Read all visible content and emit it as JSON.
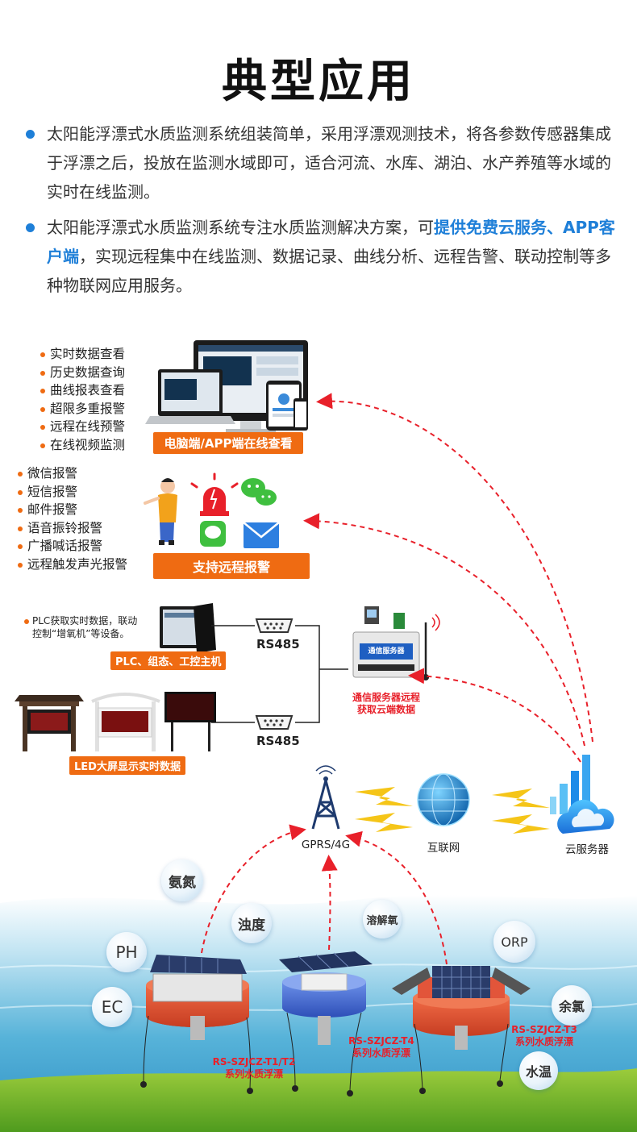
{
  "title": "典型应用",
  "intro": {
    "p1": "太阳能浮漂式水质监测系统组装简单，采用浮漂观测技术，将各参数传感器集成于浮漂之后，投放在监测水域即可，适合河流、水库、湖泊、水产养殖等水域的实时在线监测。",
    "p2_before": "太阳能浮漂式水质监测系统专注水质监测解决方案，可",
    "p2_highlight": "提供免费云服务、APP客户端",
    "p2_after": "，实现远程集中在线监测、数据记录、曲线分析、远程告警、联动控制等多种物联网应用服务。"
  },
  "monitor_features": [
    "实时数据查看",
    "历史数据查询",
    "曲线报表查看",
    "超限多重报警",
    "远程在线预警",
    "在线视频监测"
  ],
  "monitor_tag": "电脑端/APP端在线查看",
  "alarm_features": [
    "微信报警",
    "短信报警",
    "邮件报警",
    "语音振铃报警",
    "广播喊话报警",
    "远程触发声光报警"
  ],
  "alarm_tag": "支持远程报警",
  "plc_note_line1": "PLC获取实时数据，联动",
  "plc_note_line2": "控制“增氧机”等设备。",
  "plc_tag": "PLC、组态、工控主机",
  "rs485_top": "RS485",
  "rs485_bottom": "RS485",
  "led_tag": "LED大屏显示实时数据",
  "server_label_line1": "通信服务器远程",
  "server_label_line2": "获取云端数据",
  "device_panel_text": "通信服务器",
  "network": {
    "gprs": "GPRS/4G",
    "internet": "互联网",
    "cloud": "云服务器"
  },
  "parameters": [
    "氨氮",
    "浊度",
    "溶解氧",
    "PH",
    "ORP",
    "EC",
    "余氯",
    "水温"
  ],
  "buoys": [
    {
      "line1": "RS-SZJCZ-T1/T2",
      "line2": "系列水质浮漂"
    },
    {
      "line1": "RS-SZJCZ-T4",
      "line2": "系列水质浮漂"
    },
    {
      "line1": "RS-SZJCZ-T3",
      "line2": "系列水质浮漂"
    }
  ],
  "colors": {
    "accent_blue": "#1e7fd8",
    "accent_orange": "#ef6b12",
    "alert_red": "#e8202a",
    "buoy_red": "#e2553a"
  }
}
